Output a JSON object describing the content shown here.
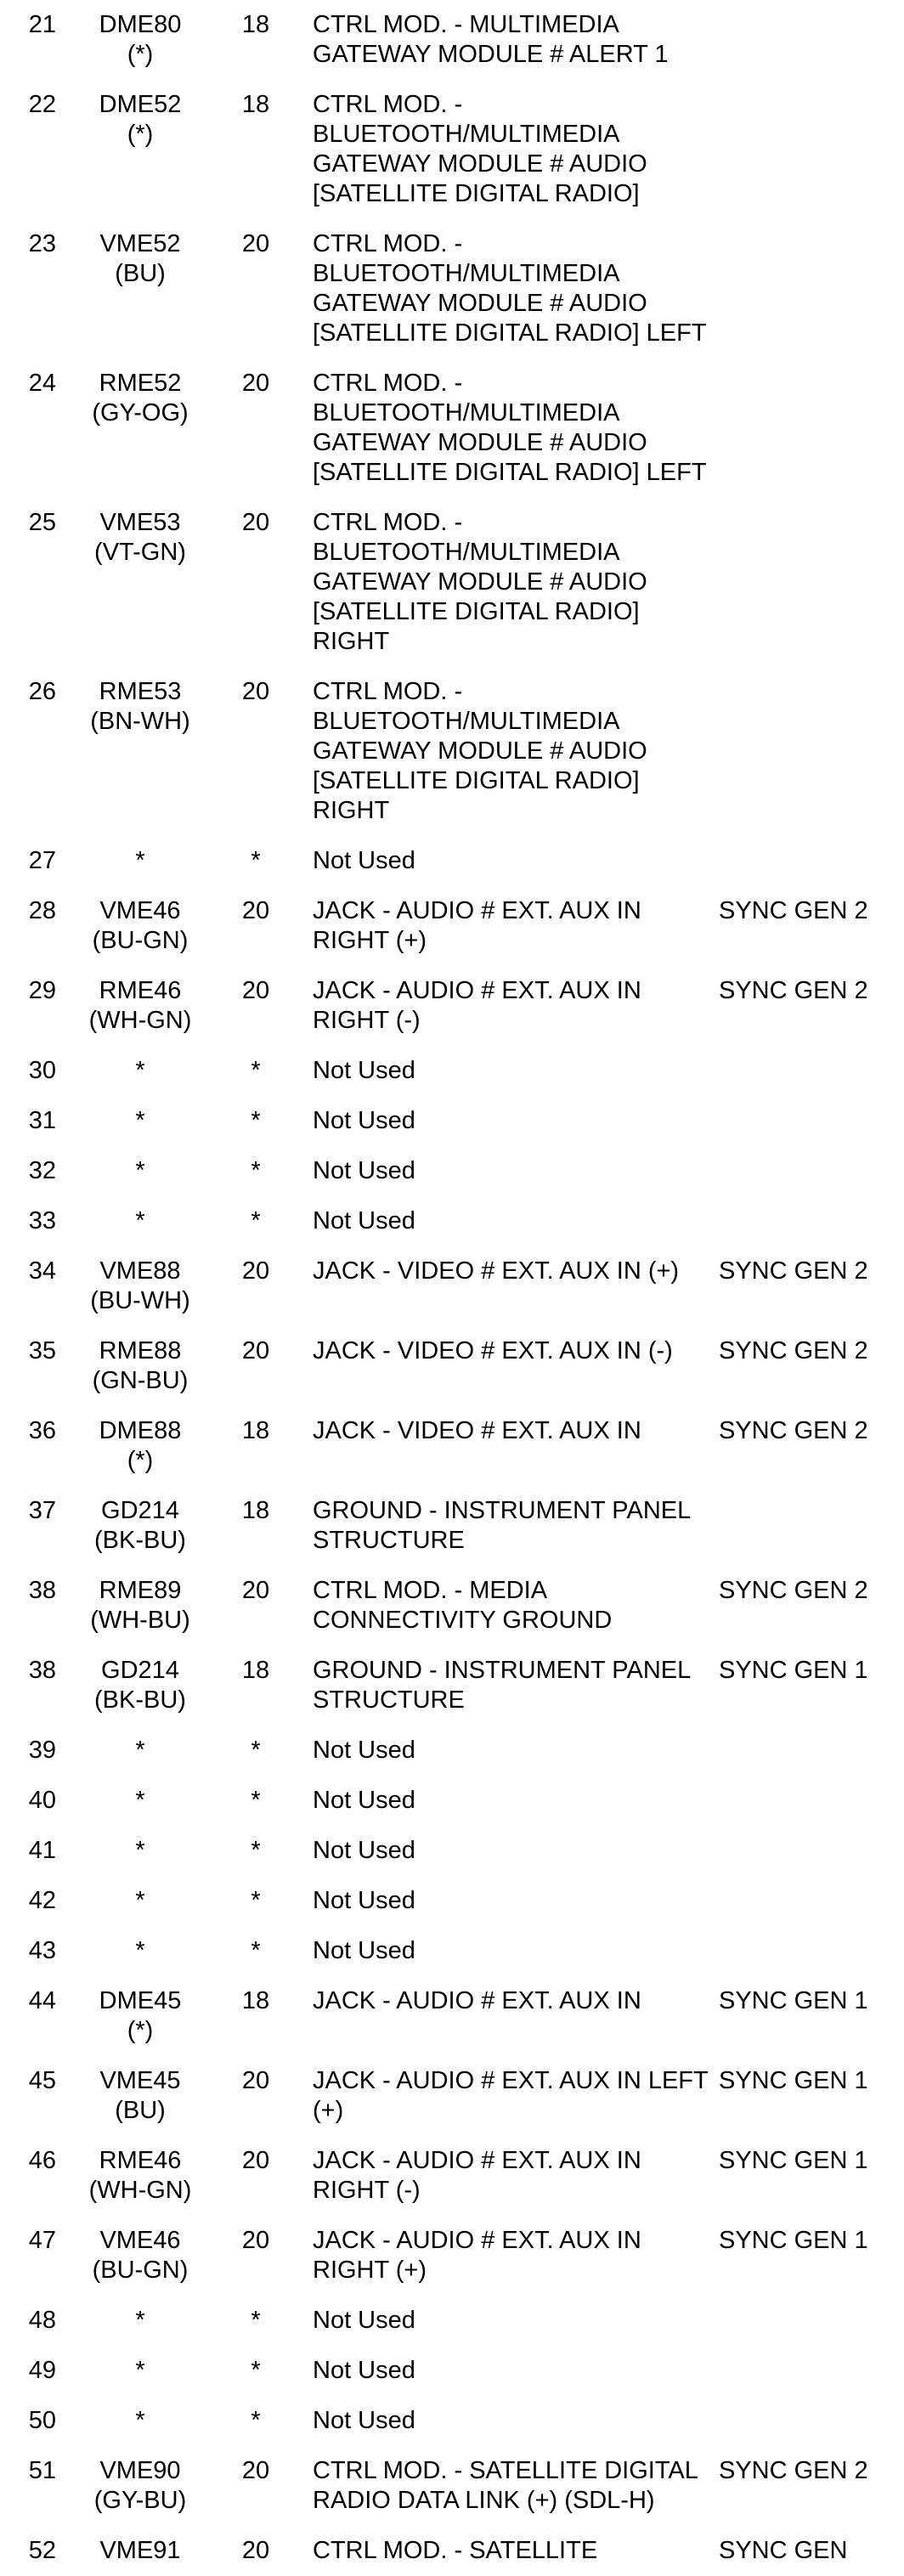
{
  "rows": [
    {
      "pin": "21",
      "circuit": "DME80\n(*)",
      "gauge": "18",
      "function": "CTRL MOD. - MULTIMEDIA GATEWAY MODULE # ALERT 1",
      "option": ""
    },
    {
      "pin": "22",
      "circuit": "DME52\n(*)",
      "gauge": "18",
      "function": "CTRL MOD. - BLUETOOTH/MULTIMEDIA GATEWAY MODULE # AUDIO [SATELLITE DIGITAL RADIO]",
      "option": ""
    },
    {
      "pin": "23",
      "circuit": "VME52\n(BU)",
      "gauge": "20",
      "function": "CTRL MOD. - BLUETOOTH/MULTIMEDIA GATEWAY MODULE # AUDIO [SATELLITE DIGITAL RADIO] LEFT",
      "option": ""
    },
    {
      "pin": "24",
      "circuit": "RME52\n(GY-OG)",
      "gauge": "20",
      "function": "CTRL MOD. - BLUETOOTH/MULTIMEDIA GATEWAY MODULE # AUDIO [SATELLITE DIGITAL RADIO] LEFT",
      "option": ""
    },
    {
      "pin": "25",
      "circuit": "VME53\n(VT-GN)",
      "gauge": "20",
      "function": "CTRL MOD. - BLUETOOTH/MULTIMEDIA GATEWAY MODULE # AUDIO [SATELLITE DIGITAL RADIO] RIGHT",
      "option": ""
    },
    {
      "pin": "26",
      "circuit": "RME53\n(BN-WH)",
      "gauge": "20",
      "function": "CTRL MOD. - BLUETOOTH/MULTIMEDIA GATEWAY MODULE # AUDIO [SATELLITE DIGITAL RADIO] RIGHT",
      "option": ""
    },
    {
      "pin": "27",
      "circuit": "*",
      "gauge": "*",
      "function": "Not Used",
      "option": ""
    },
    {
      "pin": "28",
      "circuit": "VME46\n(BU-GN)",
      "gauge": "20",
      "function": "JACK - AUDIO # EXT. AUX IN RIGHT (+)",
      "option": "SYNC GEN 2"
    },
    {
      "pin": "29",
      "circuit": "RME46\n(WH-GN)",
      "gauge": "20",
      "function": "JACK - AUDIO # EXT. AUX IN RIGHT (-)",
      "option": "SYNC GEN 2"
    },
    {
      "pin": "30",
      "circuit": "*",
      "gauge": "*",
      "function": "Not Used",
      "option": ""
    },
    {
      "pin": "31",
      "circuit": "*",
      "gauge": "*",
      "function": "Not Used",
      "option": ""
    },
    {
      "pin": "32",
      "circuit": "*",
      "gauge": "*",
      "function": "Not Used",
      "option": ""
    },
    {
      "pin": "33",
      "circuit": "*",
      "gauge": "*",
      "function": "Not Used",
      "option": ""
    },
    {
      "pin": "34",
      "circuit": "VME88\n(BU-WH)",
      "gauge": "20",
      "function": "JACK - VIDEO # EXT. AUX IN (+)",
      "option": "SYNC GEN 2"
    },
    {
      "pin": "35",
      "circuit": "RME88\n(GN-BU)",
      "gauge": "20",
      "function": "JACK - VIDEO # EXT. AUX IN (-)",
      "option": "SYNC GEN 2"
    },
    {
      "pin": "36",
      "circuit": "DME88\n(*)",
      "gauge": "18",
      "function": "JACK - VIDEO # EXT. AUX IN",
      "option": "SYNC GEN 2"
    },
    {
      "pin": "37",
      "circuit": "GD214\n(BK-BU)",
      "gauge": "18",
      "function": "GROUND - INSTRUMENT PANEL STRUCTURE",
      "option": ""
    },
    {
      "pin": "38",
      "circuit": "RME89\n(WH-BU)",
      "gauge": "20",
      "function": "CTRL MOD. - MEDIA CONNECTIVITY GROUND",
      "option": "SYNC GEN 2"
    },
    {
      "pin": "38",
      "circuit": "GD214\n(BK-BU)",
      "gauge": "18",
      "function": "GROUND - INSTRUMENT PANEL STRUCTURE",
      "option": "SYNC GEN 1"
    },
    {
      "pin": "39",
      "circuit": "*",
      "gauge": "*",
      "function": "Not Used",
      "option": ""
    },
    {
      "pin": "40",
      "circuit": "*",
      "gauge": "*",
      "function": "Not Used",
      "option": ""
    },
    {
      "pin": "41",
      "circuit": "*",
      "gauge": "*",
      "function": "Not Used",
      "option": ""
    },
    {
      "pin": "42",
      "circuit": "*",
      "gauge": "*",
      "function": "Not Used",
      "option": ""
    },
    {
      "pin": "43",
      "circuit": "*",
      "gauge": "*",
      "function": "Not Used",
      "option": ""
    },
    {
      "pin": "44",
      "circuit": "DME45\n(*)",
      "gauge": "18",
      "function": "JACK - AUDIO # EXT. AUX IN",
      "option": "SYNC GEN 1"
    },
    {
      "pin": "45",
      "circuit": "VME45\n(BU)",
      "gauge": "20",
      "function": "JACK - AUDIO # EXT. AUX IN LEFT (+)",
      "option": "SYNC GEN 1"
    },
    {
      "pin": "46",
      "circuit": "RME46\n(WH-GN)",
      "gauge": "20",
      "function": "JACK - AUDIO # EXT. AUX IN RIGHT (-)",
      "option": "SYNC GEN 1"
    },
    {
      "pin": "47",
      "circuit": "VME46\n(BU-GN)",
      "gauge": "20",
      "function": "JACK - AUDIO # EXT. AUX IN RIGHT (+)",
      "option": "SYNC GEN 1"
    },
    {
      "pin": "48",
      "circuit": "*",
      "gauge": "*",
      "function": "Not Used",
      "option": ""
    },
    {
      "pin": "49",
      "circuit": "*",
      "gauge": "*",
      "function": "Not Used",
      "option": ""
    },
    {
      "pin": "50",
      "circuit": "*",
      "gauge": "*",
      "function": "Not Used",
      "option": ""
    },
    {
      "pin": "51",
      "circuit": "VME90\n(GY-BU)",
      "gauge": "20",
      "function": "CTRL MOD. - SATELLITE DIGITAL RADIO DATA LINK (+) (SDL-H)",
      "option": "SYNC GEN 2"
    },
    {
      "pin": "52",
      "circuit": "VME91",
      "gauge": "20",
      "function": "CTRL MOD. - SATELLITE",
      "option": "SYNC GEN"
    }
  ]
}
